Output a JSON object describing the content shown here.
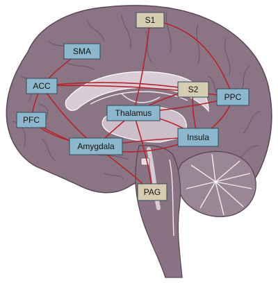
{
  "colors": {
    "cortex": "#8b7585",
    "cortex_edge": "#5a4556",
    "inner": "#d9ccd6",
    "cerebellum": "#9a8695",
    "stem": "#8a7484",
    "edge": "#b5232c",
    "node_blue": "#8db7cc",
    "node_beige": "#d6ccb2"
  },
  "nodes": [
    {
      "id": "s1",
      "label": "S1",
      "style": "beige"
    },
    {
      "id": "sma",
      "label": "SMA",
      "style": "blue"
    },
    {
      "id": "acc",
      "label": "ACC",
      "style": "blue"
    },
    {
      "id": "s2",
      "label": "S2",
      "style": "beige"
    },
    {
      "id": "ppc",
      "label": "PPC",
      "style": "blue"
    },
    {
      "id": "thalamus",
      "label": "Thalamus",
      "style": "blue"
    },
    {
      "id": "pfc",
      "label": "PFC",
      "style": "blue"
    },
    {
      "id": "insula",
      "label": "Insula",
      "style": "blue"
    },
    {
      "id": "amygdala",
      "label": "Amygdala",
      "style": "blue"
    },
    {
      "id": "pag",
      "label": "PAG",
      "style": "beige"
    }
  ],
  "edges": [
    {
      "from": "s1",
      "to": "ppc"
    },
    {
      "from": "s1",
      "to": "thalamus"
    },
    {
      "from": "sma",
      "to": "acc"
    },
    {
      "from": "acc",
      "to": "pfc"
    },
    {
      "from": "acc",
      "to": "s2"
    },
    {
      "from": "acc",
      "to": "ppc"
    },
    {
      "from": "acc",
      "to": "amygdala"
    },
    {
      "from": "pfc",
      "to": "amygdala"
    },
    {
      "from": "pfc",
      "to": "insula"
    },
    {
      "from": "thalamus",
      "to": "s2"
    },
    {
      "from": "thalamus",
      "to": "insula"
    },
    {
      "from": "thalamus",
      "to": "amygdala"
    },
    {
      "from": "thalamus",
      "to": "ppc"
    },
    {
      "from": "thalamus",
      "to": "pag"
    },
    {
      "from": "s2",
      "to": "insula"
    },
    {
      "from": "ppc",
      "to": "insula"
    },
    {
      "from": "amygdala",
      "to": "insula"
    },
    {
      "from": "amygdala",
      "to": "pag"
    }
  ]
}
